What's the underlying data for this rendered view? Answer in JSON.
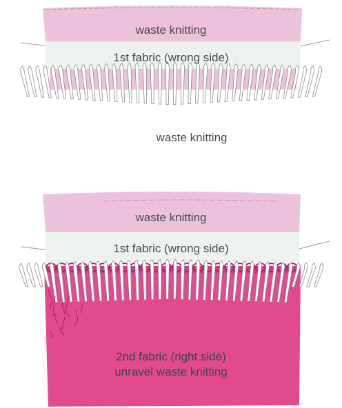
{
  "top_panel": {
    "band_top_label": "waste knitting",
    "band_middle_label": "1st fabric (wrong side)",
    "below_needles_label": "waste knitting"
  },
  "bottom_panel": {
    "band_top_label": "waste knitting",
    "band_middle_label": "1st fabric (wrong side)",
    "fabric_label_line1": "2nd fabric (right side)",
    "fabric_label_line2": "unravel waste knitting"
  },
  "colors": {
    "waste_knitting_light": "#ecc1db",
    "first_fabric": "#eef2ee",
    "second_fabric": "#e24a8e",
    "needle": "#ffffff",
    "needle_outline": "#8a8a8a"
  }
}
